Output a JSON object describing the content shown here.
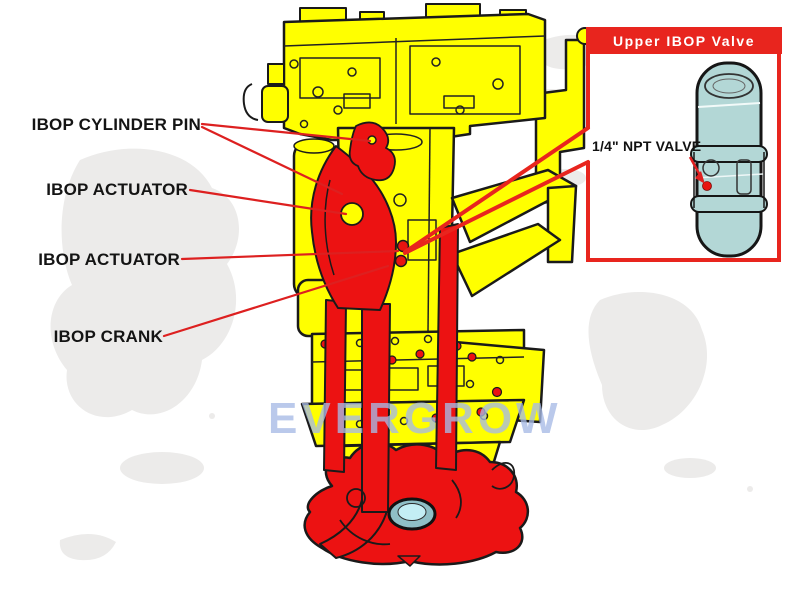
{
  "figure": {
    "watermark": "EVERGROW",
    "callouts": [
      {
        "text": "IBOP CYLINDER PIN"
      },
      {
        "text": "IBOP ACTUATOR"
      },
      {
        "text": "IBOP ACTUATOR"
      },
      {
        "text": "IBOP CRANK"
      }
    ],
    "inset": {
      "title": "Upper IBOP Valve",
      "callout": "1/4\" NPT VALVE"
    },
    "colors": {
      "machine_yellow": "#FFFF00",
      "highlight_red": "#EC1212",
      "leader_line_red": "#DD2020",
      "inset_border_red": "#E8251E",
      "valve_teal": "#B3D7D6",
      "bowl_cyan": "#C3EEF4",
      "watermark_blue": "#A7BAE6",
      "outline_black": "#1A1A1A",
      "map_gray": "#ECEBEA"
    }
  }
}
